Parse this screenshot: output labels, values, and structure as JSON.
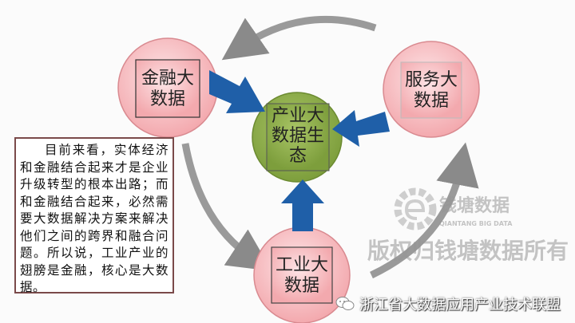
{
  "nodes": {
    "finance": "金融大\n数据",
    "service": "服务大\n数据",
    "industry": "工业大\n数据",
    "center": "产业大\n数据生\n态"
  },
  "description": "目前来看，实体经济和金融结合起来才是企业升级转型的根本出路；而和金融结合起来，必然需要大数据解决方案来解决他们之间的跨界和融合问题。所以说，工业产业的翅膀是金融，核心是大数据。",
  "watermark": {
    "logo_text": "钱塘数据",
    "logo_sub": "QIANTANG BIG DATA",
    "copyright": "版权归钱塘数据所有"
  },
  "footer": {
    "icon": "wechat-icon",
    "label": "浙江省大数据应用产业技术联盟"
  },
  "colors": {
    "circle": "#f7b9bd",
    "center": "#8fb04a",
    "arrow_blue": "#1f5fa8",
    "arrow_gray": "#9a9a9a"
  }
}
